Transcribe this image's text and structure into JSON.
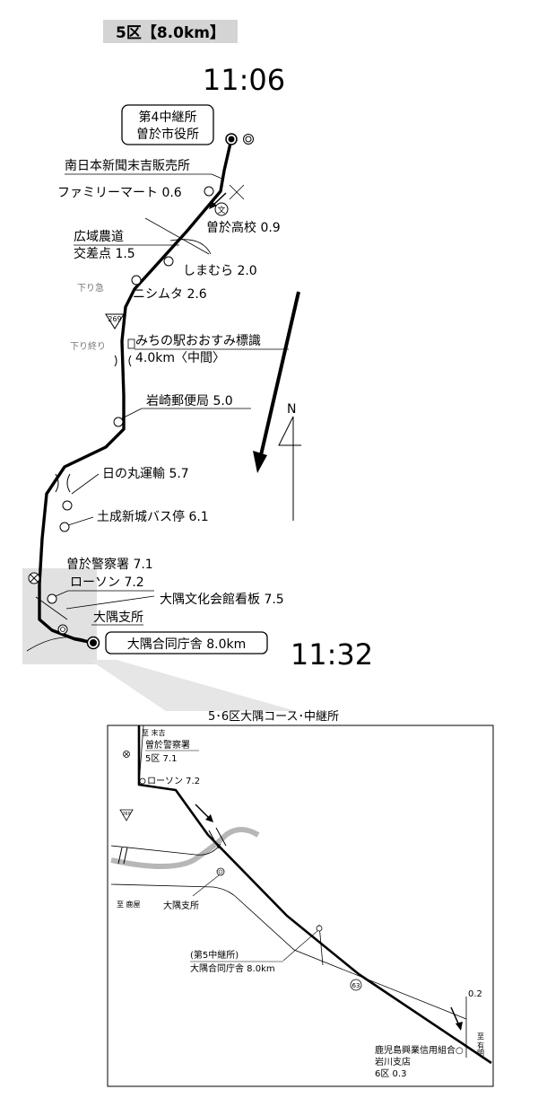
{
  "section_label": "5区【8.0km】",
  "start_time": "11:06",
  "finish_time": "11:32",
  "start_box": {
    "line1": "第4中継所",
    "line2": "曽於市役所"
  },
  "north_label": "N",
  "landmarks": [
    {
      "id": "nishinippon",
      "text": "南日本新聞末吉販売所"
    },
    {
      "id": "familymart",
      "text": "ファミリーマート 0.6"
    },
    {
      "id": "soo-high",
      "text": "曽於高校 0.9"
    },
    {
      "id": "koiki1",
      "text": "広域農道"
    },
    {
      "id": "koiki2",
      "text": "交差点 1.5"
    },
    {
      "id": "shimamura",
      "text": "しまむら 2.0"
    },
    {
      "id": "nishimuta",
      "text": "ニシムタ 2.6"
    },
    {
      "id": "michinoeki",
      "text": "みちの駅おおすみ標識"
    },
    {
      "id": "halfway",
      "text": "4.0km〈中間〉"
    },
    {
      "id": "iwasaki",
      "text": "岩崎郵便局 5.0"
    },
    {
      "id": "hinomaru",
      "text": "日の丸運輸 5.7"
    },
    {
      "id": "tsuchinari",
      "text": "土成新城バス停 6.1"
    },
    {
      "id": "police",
      "text": "曽於警察署 7.1"
    },
    {
      "id": "lawson",
      "text": "ローソン 7.2"
    },
    {
      "id": "bunka",
      "text": "大隅文化会館看板 7.5"
    },
    {
      "id": "osumi-shisho",
      "text": "大隅支所"
    }
  ],
  "slope": {
    "down_start": "下り急",
    "down_end": "下り終り"
  },
  "route_number": "269",
  "finish_box": "大隅合同庁舎 8.0km",
  "inset": {
    "title": "5･6区大隅コース･中継所",
    "to_sueyoshi": "至 末吉",
    "police1": "曽於警察署",
    "police2": "5区 7.1",
    "lawson": "ローソン 7.2",
    "to_kanoya": "至 鹿屋",
    "shisho": "大隅支所",
    "relay1": "(第5中継所)",
    "relay2": "大隅合同庁舎 8.0km",
    "dist02": "0.2",
    "to_ariake": "至 有明",
    "bank1": "鹿児島興業信用組合○",
    "bank2": "岩川支店",
    "bank3": "6区 0.3",
    "route_small": "269",
    "route_63": "63"
  }
}
